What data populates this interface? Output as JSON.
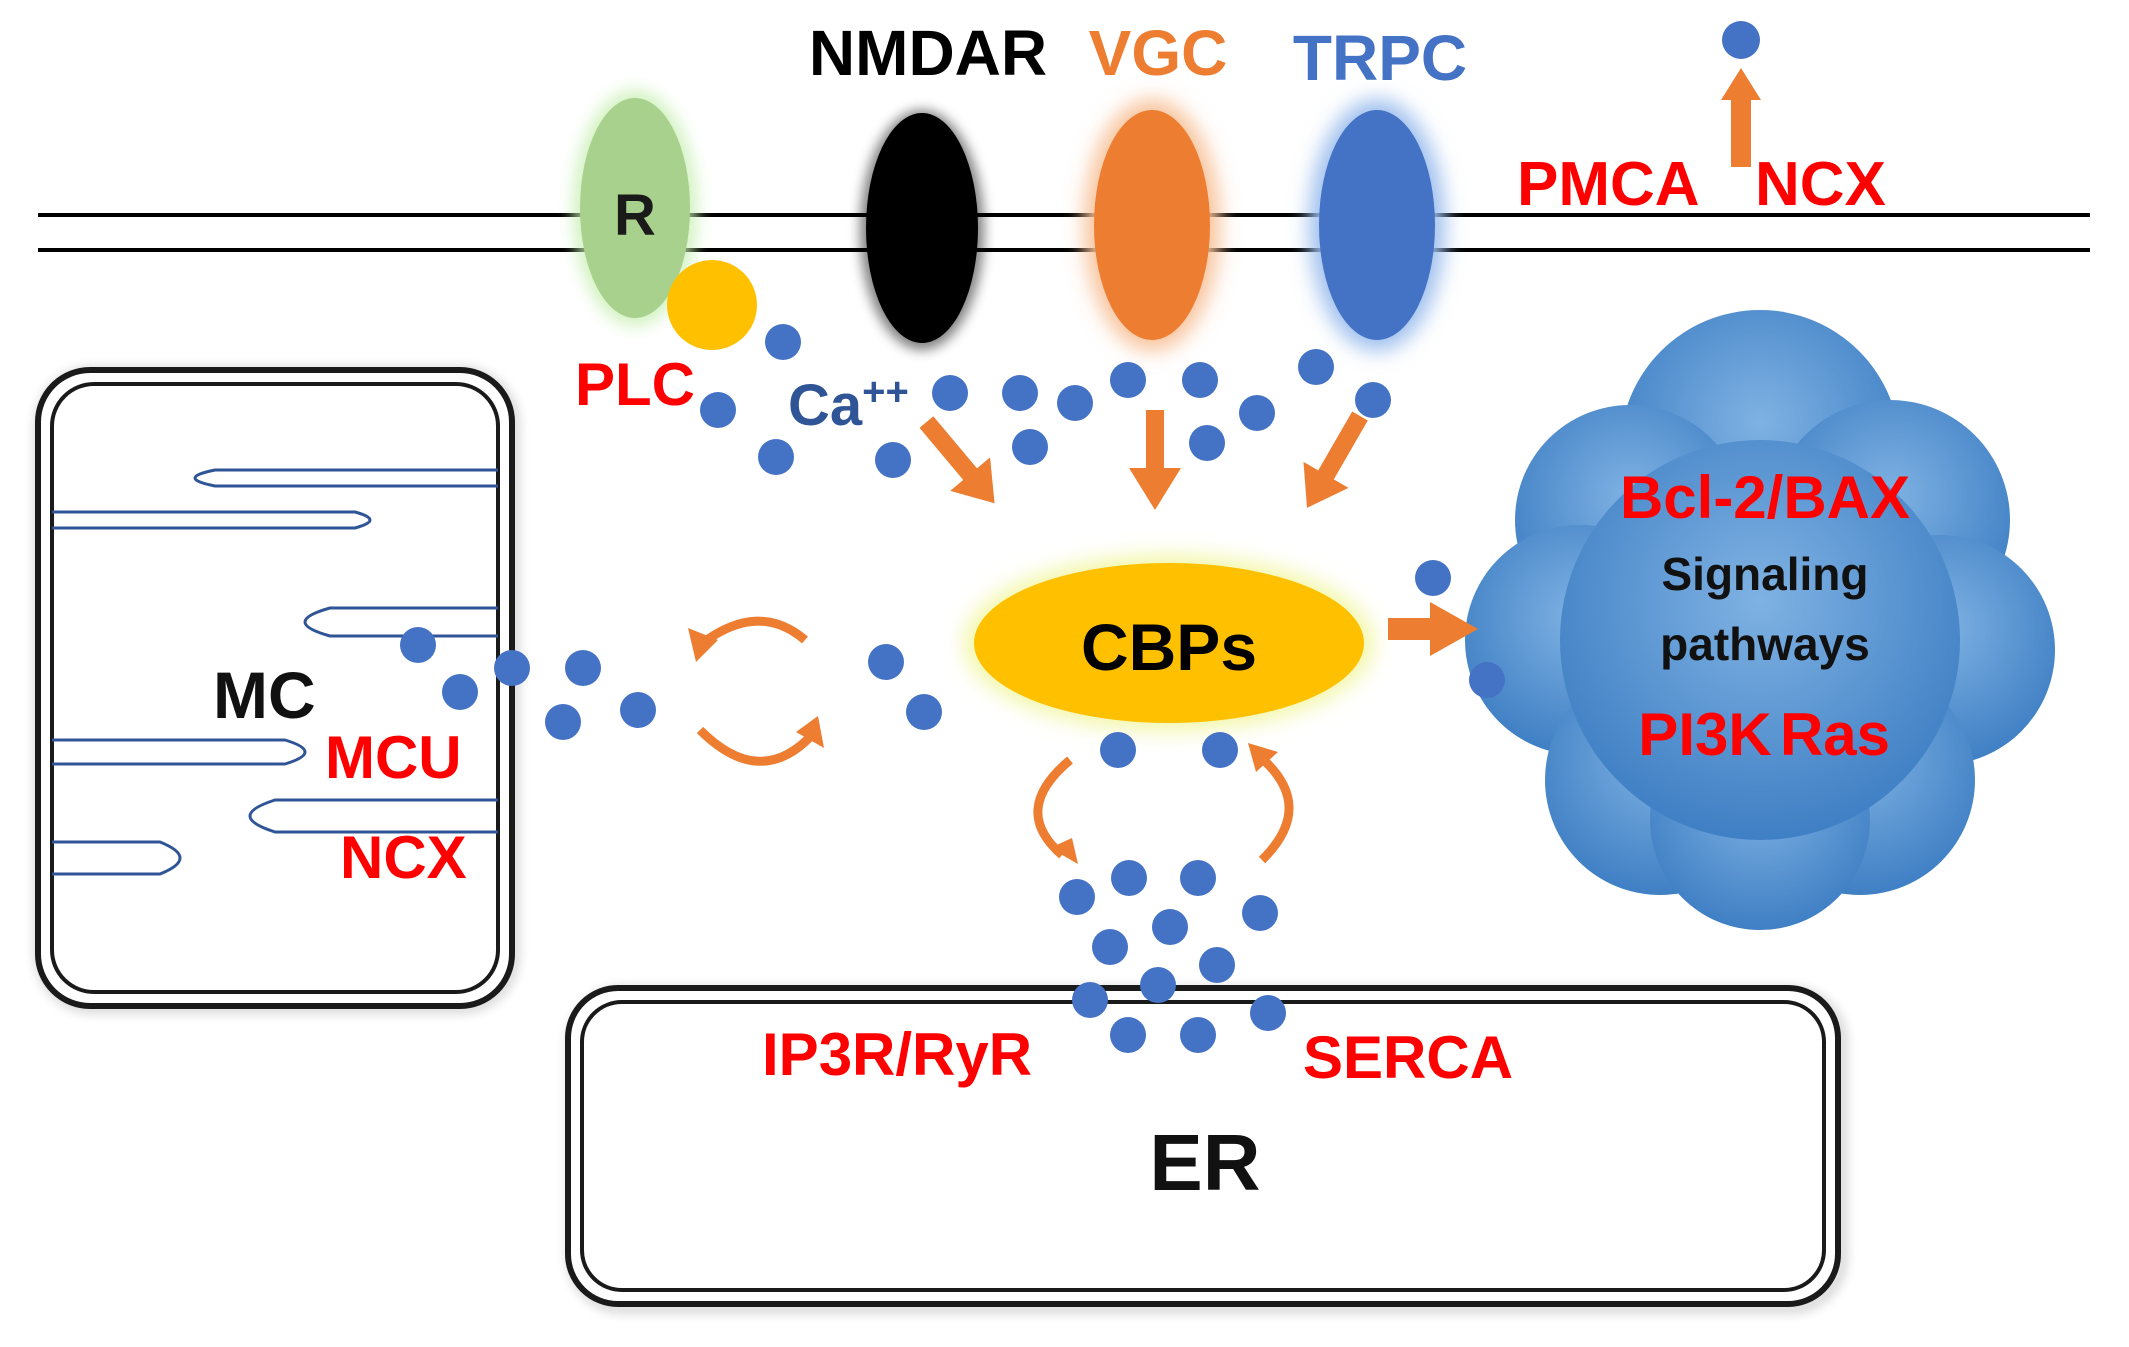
{
  "labels": {
    "nmdar": "NMDAR",
    "vgc": "VGC",
    "trpc": "TRPC",
    "receptor": "R",
    "plc": "PLC",
    "ca_base": "Ca",
    "ca_charge": "++",
    "pmca": "PMCA",
    "ncx_membrane": "NCX",
    "mc": "MC",
    "mcu": "MCU",
    "ncx_mito": "NCX",
    "cbps": "CBPs",
    "bcl": "Bcl-2/BAX",
    "signaling": "Signaling",
    "pathways": "pathways",
    "pi3k": "PI3K",
    "ras": "Ras",
    "ip3r": "IP3R/RyR",
    "serca": "SERCA",
    "er": "ER"
  },
  "colors": {
    "red_label": "#ff0000",
    "black": "#000000",
    "orange": "#ed7d31",
    "blue": "#4472c4",
    "receptor_green": "#a9d18e",
    "plc_yellow": "#ffc000",
    "cbps_yellow": "#ffc000",
    "ca_dot": "#4472c4",
    "cloud": "#5b9bd5",
    "mito_crista": "#2f5597"
  }
}
